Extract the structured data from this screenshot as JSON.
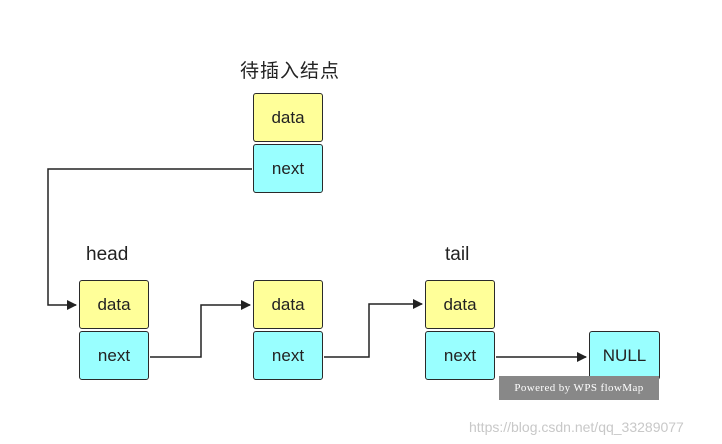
{
  "title": "待插入结点",
  "labels": {
    "head": "head",
    "tail": "tail"
  },
  "new_node": {
    "data": "data",
    "next": "next"
  },
  "list_nodes": [
    {
      "data": "data",
      "next": "next"
    },
    {
      "data": "data",
      "next": "next"
    },
    {
      "data": "data",
      "next": "next"
    }
  ],
  "null_node": "NULL",
  "badge": "Powered by WPS flowMap",
  "watermark": "https://blog.csdn.net/qq_33289077",
  "colors": {
    "data_fill": "#ffff99",
    "next_fill": "#99ffff",
    "stroke": "#2a2a2a"
  }
}
